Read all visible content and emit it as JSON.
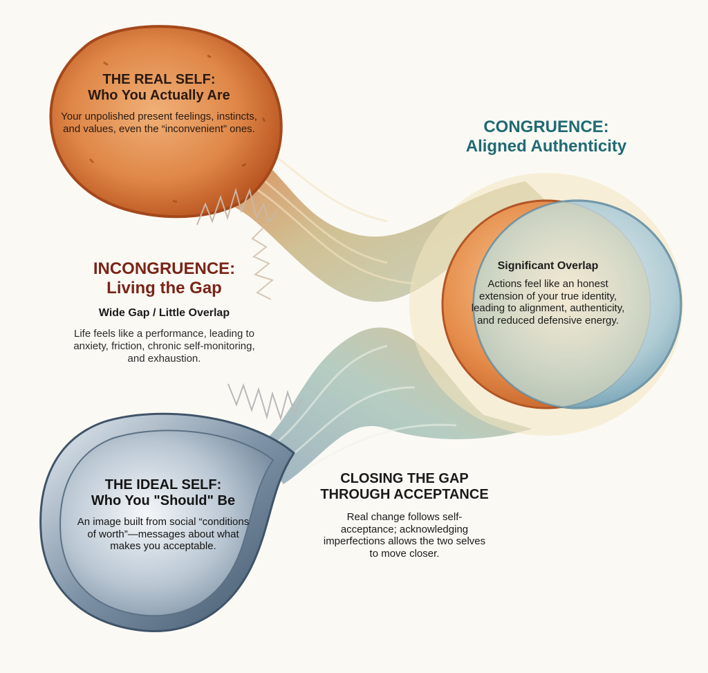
{
  "real_self": {
    "title": "THE REAL SELF:",
    "subtitle": "Who You Actually Are",
    "description": "Your unpolished present feelings, instincts, and values, even the “inconvenient” ones."
  },
  "congruence": {
    "title": "CONGRUENCE:",
    "subtitle": "Aligned Authenticity"
  },
  "incongruence": {
    "title": "INCONGRUENCE:",
    "subtitle": "Living the Gap",
    "label": "Wide Gap / Little Overlap",
    "description": "Life feels like a performance, leading to anxiety, friction, chronic self-monitoring, and exhaustion."
  },
  "overlap": {
    "label": "Significant Overlap",
    "description": "Actions feel like an honest extension of your true identity, leading to alignment, authenticity, and reduced defensive energy."
  },
  "ideal_self": {
    "title": "THE IDEAL SELF:",
    "subtitle": "Who You \"Should\" Be",
    "description": "An image built from social “conditions of worth”—messages about what makes you acceptable."
  },
  "closing": {
    "title": "CLOSING THE GAP",
    "title2": "THROUGH ACCEPTANCE",
    "description": "Real change follows self-acceptance; acknowledging imperfections allows the two selves to move closer."
  },
  "colors": {
    "real_self": "#d8793f",
    "ideal_self": "#9fb0be",
    "congruence_text": "#1f6a73",
    "incongruence_text": "#7a2418",
    "background": "#fbf9f4"
  }
}
